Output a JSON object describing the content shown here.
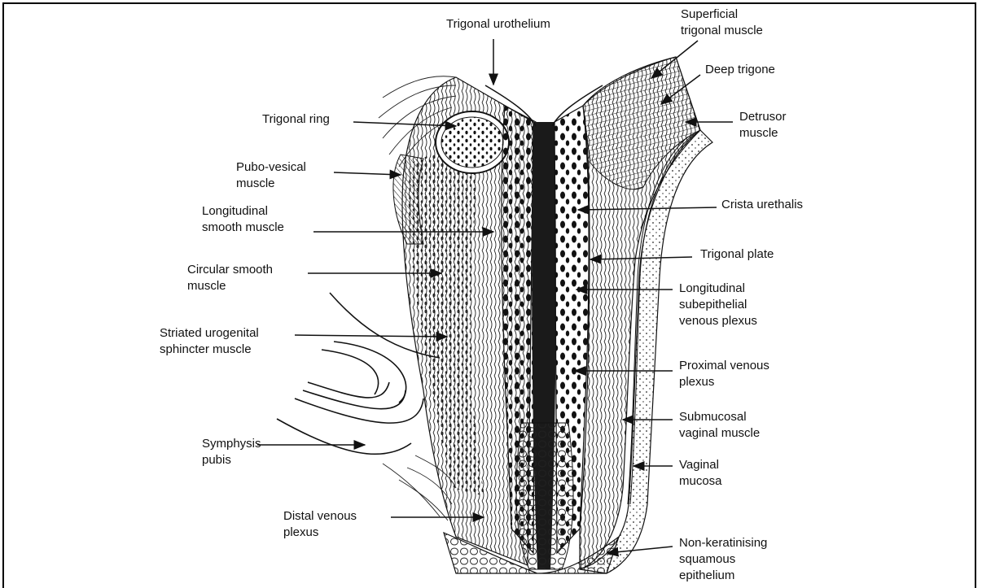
{
  "labels": {
    "trigonal_urothelium": "Trigonal urothelium",
    "superficial_trigonal_muscle": "Superficial\ntrigonal muscle",
    "deep_trigone": "Deep trigone",
    "detrusor_muscle": "Detrusor\nmuscle",
    "trigonal_ring": "Trigonal ring",
    "pubo_vesical_muscle": "Pubo-vesical\nmuscle",
    "crista_urethalis": "Crista urethalis",
    "longitudinal_smooth_muscle": "Longitudinal\nsmooth muscle",
    "trigonal_plate": "Trigonal plate",
    "circular_smooth_muscle": "Circular smooth\nmuscle",
    "longitudinal_subepithelial_venous_plexus": "Longitudinal\nsubepithelial\nvenous plexus",
    "striated_urogenital_sphincter_muscle": "Striated urogenital\nsphincter muscle",
    "proximal_venous_plexus": "Proximal venous\nplexus",
    "submucosal_vaginal_muscle": "Submucosal\nvaginal muscle",
    "symphysis_pubis": "Symphysis\npubis",
    "vaginal_mucosa": "Vaginal\nmucosa",
    "distal_venous_plexus": "Distal venous\nplexus",
    "non_keratinising_squamous_epithelium": "Non-keratinising\nsquamous\nepithelium"
  },
  "colors": {
    "ink": "#111111",
    "background": "#ffffff"
  }
}
